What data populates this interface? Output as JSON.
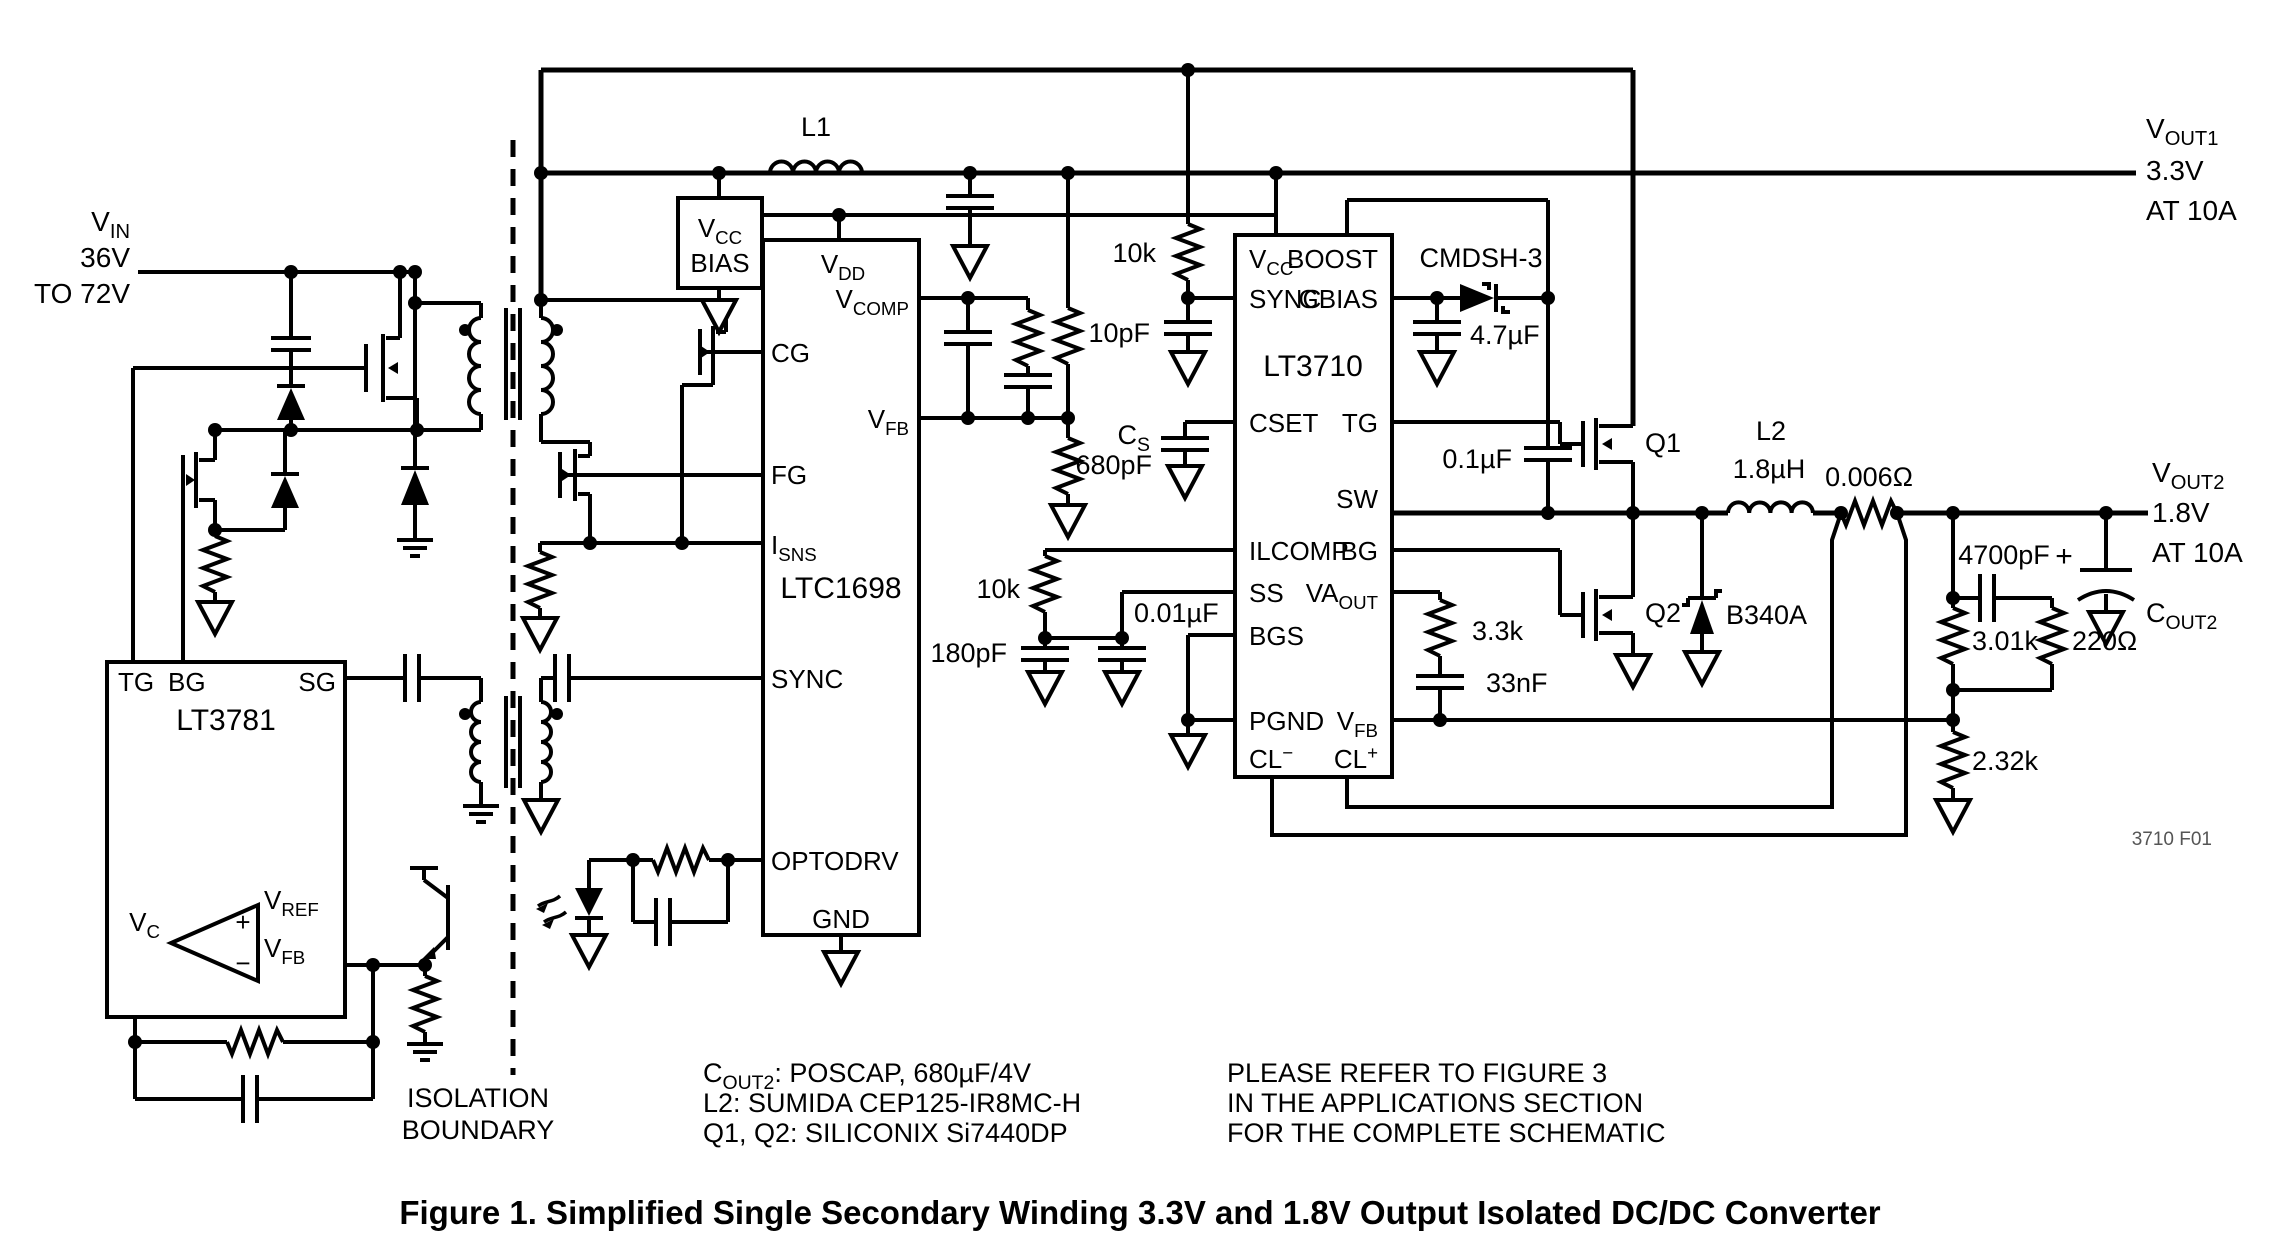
{
  "figure": {
    "caption": "Figure 1. Simplified Single Secondary Winding 3.3V and 1.8V Output Isolated DC/DC Converter",
    "code": "3710 F01"
  },
  "colors": {
    "lt3710_fill": "#e9c6bd",
    "wire": "#000000",
    "background": "#ffffff"
  },
  "io": {
    "vin": {
      "main": "V",
      "sub": "IN"
    },
    "vin_line2": "36V",
    "vin_line3": "TO 72V",
    "vout1": {
      "main": "V",
      "sub": "OUT1"
    },
    "vout1_line2": "3.3V",
    "vout1_line3": "AT 10A",
    "vout2": {
      "main": "V",
      "sub": "OUT2"
    },
    "vout2_line2": "1.8V",
    "vout2_line3": "AT 10A"
  },
  "boundary": {
    "line1": "ISOLATION",
    "line2": "BOUNDARY"
  },
  "notes": {
    "cout2_pre": "C",
    "cout2_sub": "OUT2",
    "cout2_post": ": POSCAP, 680µF/4V",
    "l2": "L2: SUMIDA CEP125-IR8MC-H",
    "q": "Q1, Q2: SILICONIX Si7440DP",
    "refer1": "PLEASE REFER TO FIGURE 3",
    "refer2": "IN THE APPLICATIONS SECTION",
    "refer3": "FOR THE COMPLETE SCHEMATIC"
  },
  "chips": {
    "vcc_bias": {
      "line1": {
        "main": "V",
        "sub": "CC"
      },
      "line2": "BIAS"
    },
    "lt3781": {
      "name": "LT3781",
      "tg": "TG",
      "bg": "BG",
      "sg": "SG",
      "vc": {
        "main": "V",
        "sub": "C"
      },
      "vref": {
        "main": "V",
        "sub": "REF"
      },
      "vfb": {
        "main": "V",
        "sub": "FB"
      },
      "plus": "+",
      "minus": "−"
    },
    "ltc1698": {
      "name": "LTC1698",
      "vdd": {
        "main": "V",
        "sub": "DD"
      },
      "vcomp": {
        "main": "V",
        "sub": "COMP"
      },
      "vfb": {
        "main": "V",
        "sub": "FB"
      },
      "cg": "CG",
      "fg": "FG",
      "isns": {
        "main": "I",
        "sub": "SNS"
      },
      "sync": "SYNC",
      "optodrv": "OPTODRV",
      "gnd": "GND"
    },
    "lt3710": {
      "name": "LT3710",
      "vcc": {
        "main": "V",
        "sub": "CC"
      },
      "boost": "BOOST",
      "sync": "SYNC",
      "gbias": "GBIAS",
      "cset": "CSET",
      "tg": "TG",
      "sw": "SW",
      "ilcomp": "ILCOMP",
      "bg": "BG",
      "ss": "SS",
      "vaout": {
        "main": "VA",
        "sub": "OUT"
      },
      "bgs": "BGS",
      "pgnd": "PGND",
      "vfb": {
        "main": "V",
        "sub": "FB"
      },
      "clm": {
        "main": "CL",
        "sup": "−"
      },
      "clp": {
        "main": "CL",
        "sup": "+"
      }
    }
  },
  "components": {
    "l1": "L1",
    "r_sync": "10k",
    "c_sync": "10pF",
    "cmdsh": "CMDSH-3",
    "c_gbias": "4.7µF",
    "c_boost": "0.1µF",
    "cs_name": {
      "main": "C",
      "sub": "S"
    },
    "cs_val": "680pF",
    "r_ilcomp": "10k",
    "c_ss1": "180pF",
    "c_ss2": "0.01µF",
    "r_vaout": "3.3k",
    "c_vaout": "33nF",
    "q1": "Q1",
    "q2": "Q2",
    "d_catch": "B340A",
    "l2": "L2",
    "l2_val": "1.8µH",
    "r_sense": "0.006Ω",
    "c_ff": "4700pF",
    "r_fb_top": "3.01k",
    "r_zero": "220Ω",
    "r_fb_bot": "2.32k",
    "cout2": {
      "main": "C",
      "sub": "OUT2"
    },
    "cout2_plus": "+"
  }
}
